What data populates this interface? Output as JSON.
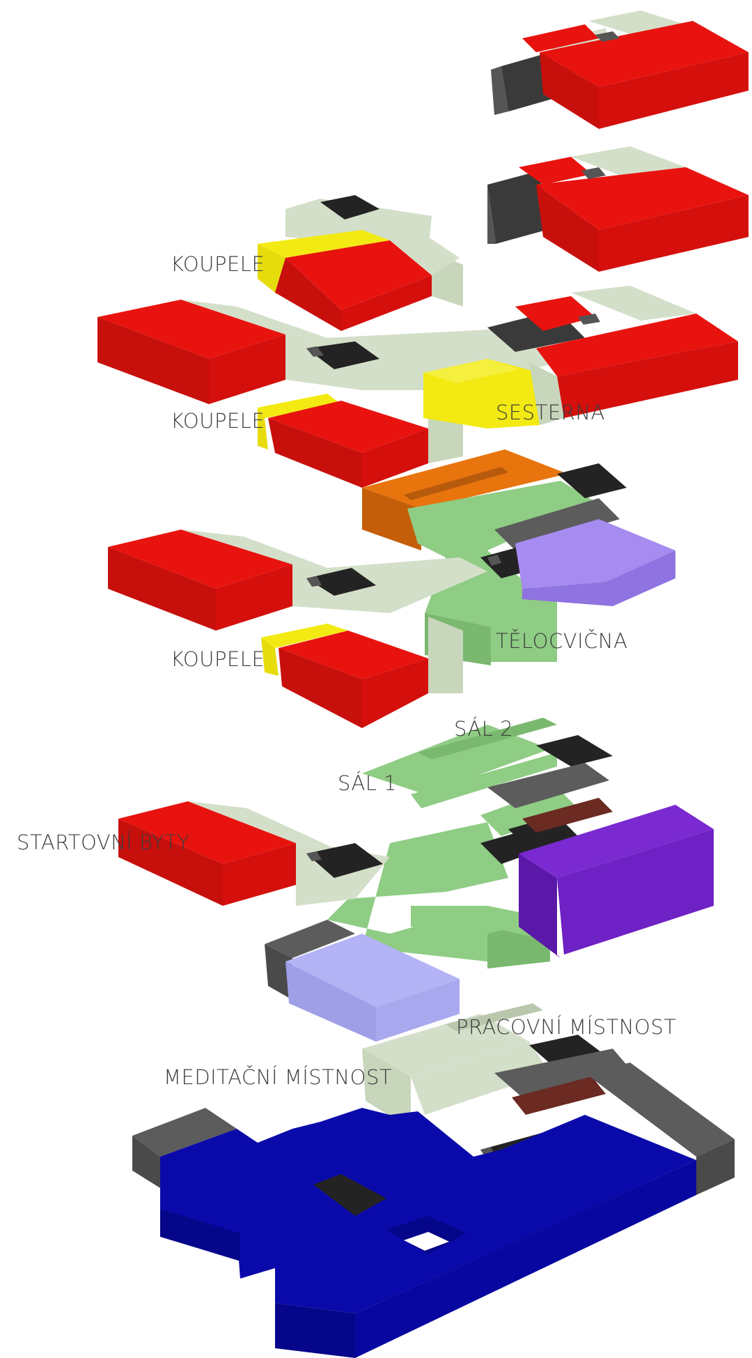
{
  "labels": {
    "koupele_top": "KOUPELE",
    "koupele_mid": "KOUPELE",
    "sesterna": "SESTERNA",
    "koupele_low": "KOUPELE",
    "telocvicna": "TĚLOCVIČNA",
    "sal2": "SÁL 2",
    "sal1": "SÁL 1",
    "startovni_byty": "STARTOVNÍ BYTY",
    "pracovni_mistnost": "PRACOVNÍ MÍSTNOST",
    "meditacni_mistnost": "MEDITAČNÍ MÍSTNOST"
  },
  "colors": {
    "red": "#e8130f",
    "red_side": "#b80d0a",
    "yellow": "#f2ea12",
    "sage": "#d4dfc9",
    "green": "#8fcc84",
    "orange": "#e8740e",
    "lavender": "#a68bf0",
    "purple": "#6e21c4",
    "blue": "#0a0aaa",
    "black": "#232323",
    "grey": "#5c5c5c",
    "maroon": "#6b2a22"
  }
}
